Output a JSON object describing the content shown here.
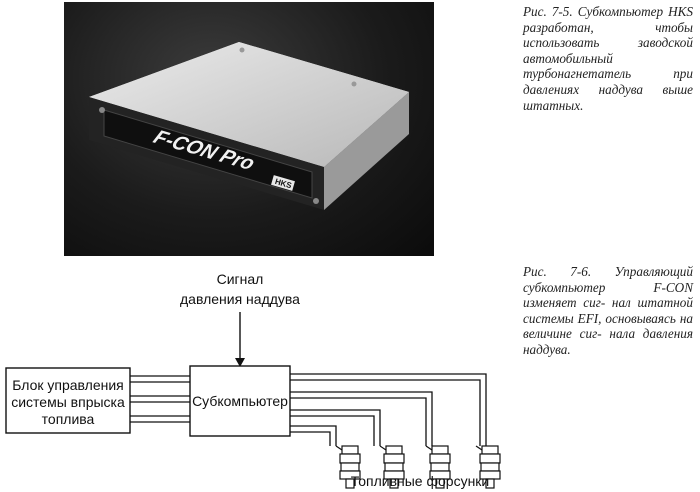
{
  "figure_1": {
    "caption": "Рис. 7-5. Субкомпьютер HKS разработан, чтобы использовать заводской автомобильный турбонагнетатель при давлениях наддува выше штатных.",
    "device_label": "F-CON Pro",
    "brand_badge": "HKS"
  },
  "figure_2": {
    "caption": "Рис. 7-6. Управляющий субкомпьютер F-CON изменяет сиг- нал штатной системы EFI, основываясь на величине сиг- нала давления наддува.",
    "signal_label": [
      "Сигнал",
      "давления наддува"
    ],
    "ecu_label": [
      "Блок управления",
      "системы впрыска",
      "топлива"
    ],
    "subcomputer_label": "Субкомпьютер",
    "injectors_label": "Топливные форсунки"
  }
}
